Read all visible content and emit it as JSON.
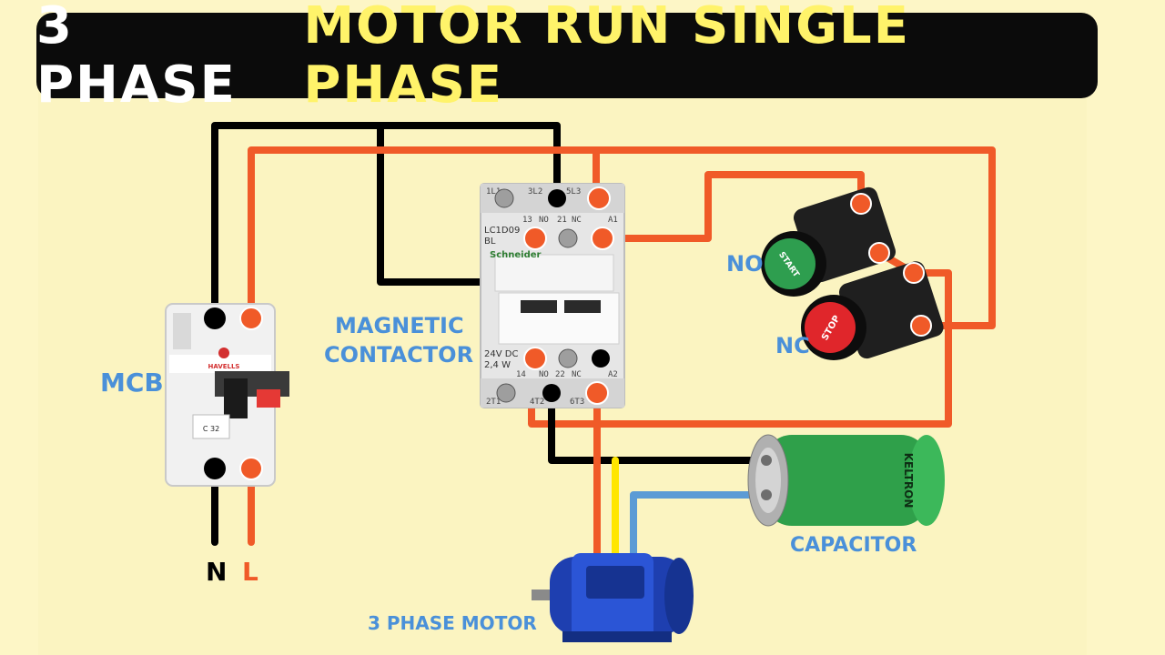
{
  "title": {
    "part1": "3 PHASE",
    "part2": "MOTOR RUN SINGLE PHASE"
  },
  "labels": {
    "mcb": "MCB",
    "magnetic_1": "MAGNETIC",
    "magnetic_2": "CONTACTOR",
    "no": "NO",
    "nc": "NC",
    "capacitor": "CAPACITOR",
    "motor": "3 PHASE MOTOR",
    "neutral": "N",
    "line": "L"
  },
  "components": {
    "mcb_brand": "HAVELLS",
    "mcb_rating": "C 32",
    "contactor_model_1": "LC1D09",
    "contactor_model_2": "BL",
    "contactor_brand": "Schneider",
    "contactor_coil_1": "24V DC",
    "contactor_coil_2": "2,4 W",
    "contactor_top_terminals": [
      "1L1",
      "3L2",
      "5L3"
    ],
    "contactor_aux_top": [
      "13",
      "NO",
      "21",
      "NC",
      "A1"
    ],
    "contactor_aux_bottom": [
      "14",
      "NO",
      "22",
      "NC",
      "A2"
    ],
    "contactor_bottom_terminals": [
      "2T1",
      "4T2",
      "6T3"
    ],
    "start_button": "START",
    "stop_button": "STOP",
    "capacitor_brand": "KELTRON"
  },
  "colors": {
    "background": "#fdf6c6",
    "title_bg": "#0b0b0b",
    "title_accent": "#fff36a",
    "label_blue": "#4a90d9",
    "wire_orange": "#f05a28",
    "wire_black": "#000000",
    "wire_yellow": "#ffe600",
    "wire_blue": "#5b9bd5"
  }
}
